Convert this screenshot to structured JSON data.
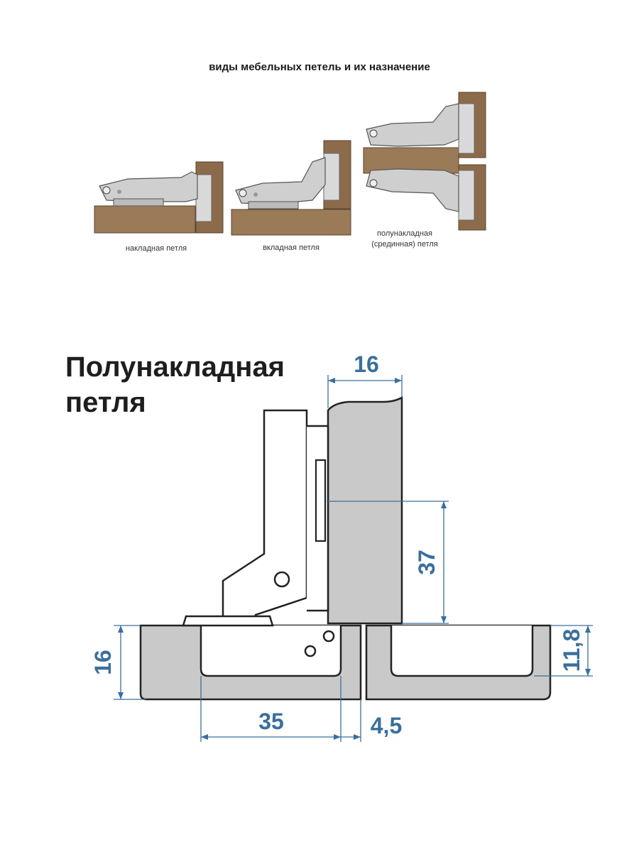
{
  "header": {
    "title": "виды мебельных петель и их назначение"
  },
  "hinge_types": [
    {
      "caption": "накладная петля"
    },
    {
      "caption": "вкладная петля"
    },
    {
      "caption_line1": "полунакладная",
      "caption_line2": "(срединная) петля"
    }
  ],
  "main": {
    "title_line1": "Полунакладная",
    "title_line2": "петля"
  },
  "dimensions": {
    "door_thickness": "16",
    "height_37": "37",
    "panel_thickness": "16",
    "cup_diameter": "35",
    "gap": "4,5",
    "cup_depth": "11,8"
  },
  "colors": {
    "wood": "#9b7a58",
    "wood_dark": "#6b4f36",
    "metal": "#c8c8c8",
    "panel_fill": "#c9c9c9",
    "dimension": "#3a6f9c"
  }
}
